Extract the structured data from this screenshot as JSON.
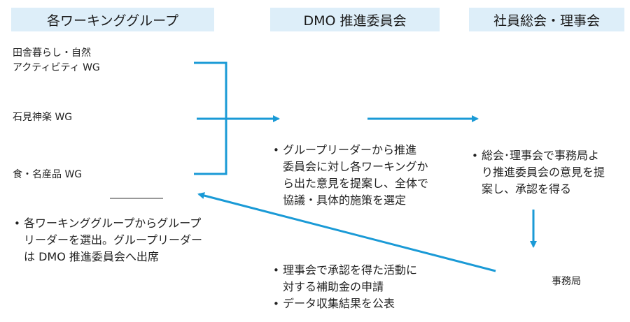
{
  "headers": {
    "working_groups": "各ワーキンググループ",
    "dmo_committee": "DMO 推進委員会",
    "board": "社員総会・理事会"
  },
  "working_groups": {
    "wg1_line1": "田舎暮らし・自然",
    "wg1_line2": "アクティビティ WG",
    "wg2": "石見神楽 WG",
    "wg3": "食・名産品 WG"
  },
  "descriptions": {
    "wg_bullet": [
      "各ワーキンググループからグループ",
      "リーダーを選出。グループリーダー",
      "は DMO 推進委員会へ出席"
    ],
    "dmo_bullet": [
      "グループリーダーから推進",
      "委員会に対し各ワーキングか",
      "ら出た意見を提案し、全体で",
      "協議・具体的施策を選定"
    ],
    "board_bullet": [
      "総会･理事会で事務局よ",
      "り推進委員会の意見を提",
      "案し、承認を得る"
    ],
    "funding_bullets": [
      [
        "理事会で承認を得た活動に",
        "対する補助金の申請"
      ],
      [
        "データ収集結果を公表"
      ]
    ]
  },
  "secretariat": "事務局",
  "colors": {
    "header_bg": "#ddeef9",
    "arrow": "#1a9ad6",
    "text": "#222222"
  }
}
